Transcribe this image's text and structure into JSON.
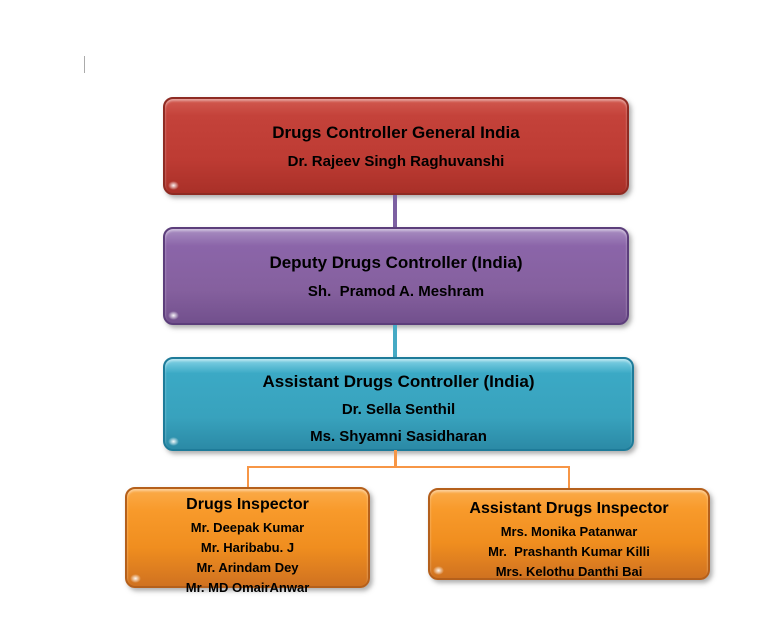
{
  "org": {
    "nodes": [
      {
        "title": "Drugs Controller General India",
        "members": [
          "Dr. Rajeev Singh Raghuvanshi"
        ]
      },
      {
        "title": "Deputy Drugs Controller (India)",
        "members": [
          "Sh.  Pramod A. Meshram"
        ]
      },
      {
        "title": "Assistant Drugs Controller (India)",
        "members": [
          "Dr. Sella Senthil",
          "Ms. Shyamni Sasidharan"
        ]
      },
      {
        "title": "Drugs Inspector",
        "members": [
          "Mr. Deepak Kumar",
          "Mr. Haribabu. J",
          "Mr. Arindam Dey",
          "Mr. MD OmairAnwar"
        ]
      },
      {
        "title": "Assistant Drugs Inspector",
        "members": [
          "Mrs. Monika Patanwar",
          "Mr.  Prashanth Kumar Killi",
          "Mrs. Kelothu Danthi Bai"
        ]
      }
    ],
    "colors": {
      "red_box": "#c2413a",
      "purple_box": "#8a64a8",
      "teal_box": "#3aa8c4",
      "orange_box": "#f79646",
      "connector_purple": "#7d60a2",
      "connector_teal": "#45aac5",
      "connector_orange": "#f79646",
      "text": "#000000"
    }
  }
}
